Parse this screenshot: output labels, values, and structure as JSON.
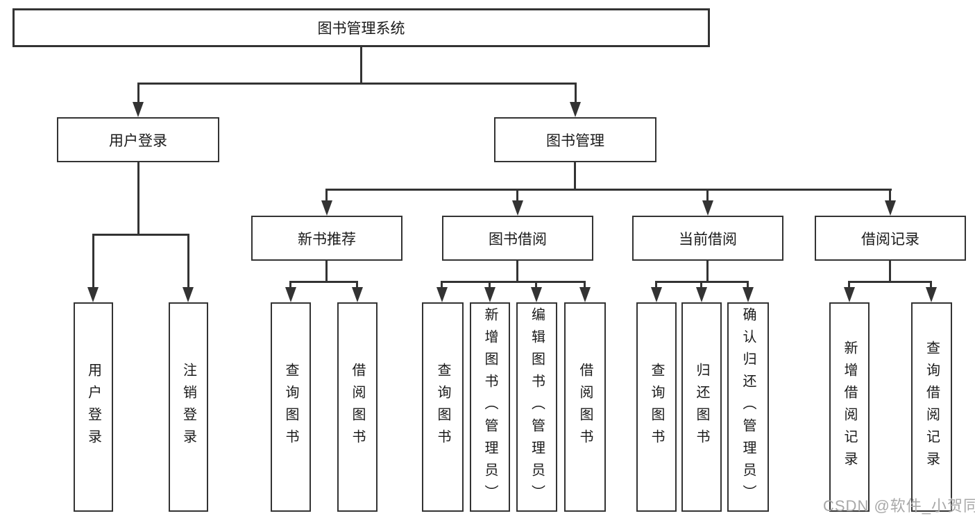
{
  "colors": {
    "line": "#333333",
    "box_border": "#333333",
    "box_fill": "#ffffff",
    "text": "#1a1a1a",
    "watermark": "#a8a8a8",
    "background": "#ffffff"
  },
  "diagram_type": "functional-structure-tree",
  "tree": {
    "root": {
      "label": "图书管理系统"
    },
    "branches": [
      {
        "label": "用户登录",
        "children": [
          {
            "label": "用户登录"
          },
          {
            "label": "注销登录"
          }
        ]
      },
      {
        "label": "图书管理",
        "children": [
          {
            "label": "新书推荐",
            "children": [
              {
                "label": "查询图书"
              },
              {
                "label": "借阅图书"
              }
            ]
          },
          {
            "label": "图书借阅",
            "children": [
              {
                "label": "查询图书"
              },
              {
                "label": "新增图书（管理员）"
              },
              {
                "label": "编辑图书（管理员）"
              },
              {
                "label": "借阅图书"
              }
            ]
          },
          {
            "label": "当前借阅",
            "children": [
              {
                "label": "查询图书"
              },
              {
                "label": "归还图书"
              },
              {
                "label": "确认归还（管理员）"
              }
            ]
          },
          {
            "label": "借阅记录",
            "children": [
              {
                "label": "新增借阅记录"
              },
              {
                "label": "查询借阅记录"
              }
            ]
          }
        ]
      }
    ]
  },
  "watermark": {
    "text": "CSDN @软件_小贺同学"
  }
}
